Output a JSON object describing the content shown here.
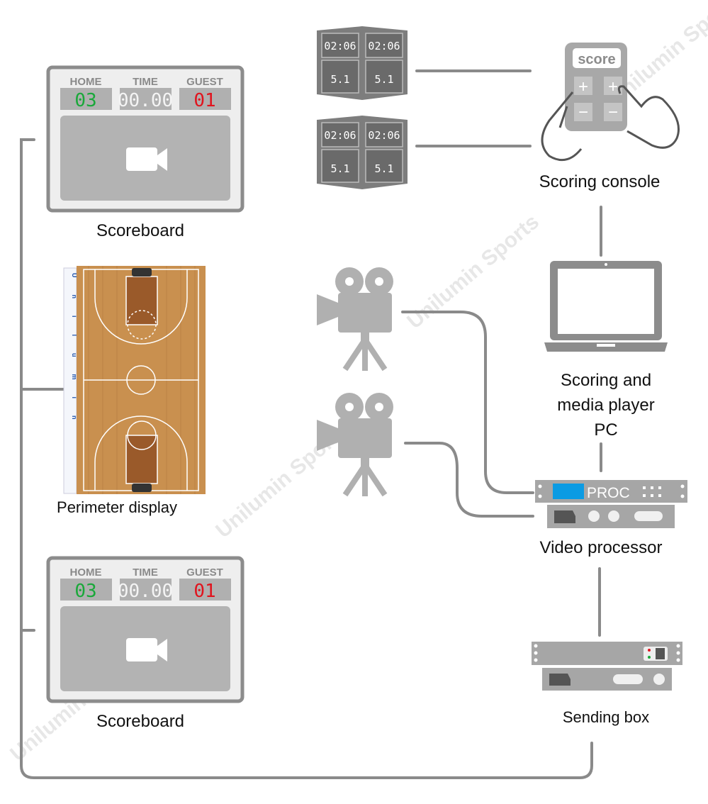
{
  "nodes": {
    "scoreboard_top": {
      "label": "Scoreboard",
      "home_label": "HOME",
      "time_label": "TIME",
      "guest_label": "GUEST",
      "home_score": "03",
      "time": "00.00",
      "guest_score": "01"
    },
    "perimeter_display": {
      "label": "Perimeter display",
      "banner_text": "Unilumin"
    },
    "scoreboard_bottom": {
      "label": "Scoreboard",
      "home_label": "HOME",
      "time_label": "TIME",
      "guest_label": "GUEST",
      "home_score": "03",
      "time": "00.00",
      "guest_score": "01"
    },
    "shot_clocks": [
      {
        "time": "02:06",
        "seconds": "5.1"
      },
      {
        "time": "02:06",
        "seconds": "5.1"
      }
    ],
    "scoring_console": {
      "label": "Scoring console",
      "screen_text": "score",
      "plus": "+",
      "minus": "−"
    },
    "pc": {
      "label_lines": [
        "Scoring and",
        "media player",
        "PC"
      ]
    },
    "video_processor": {
      "label": "Video processor",
      "panel_text": "PROC"
    },
    "sending_box": {
      "label": "Sending box"
    }
  },
  "watermark": "Unilumin Sports",
  "colors": {
    "home": "#1aa83a",
    "guest": "#e0141e",
    "device": "#8c8c8c",
    "processor_blue": "#0b9be3",
    "wire": "#8a8a8a",
    "wood": "#c9904f"
  }
}
